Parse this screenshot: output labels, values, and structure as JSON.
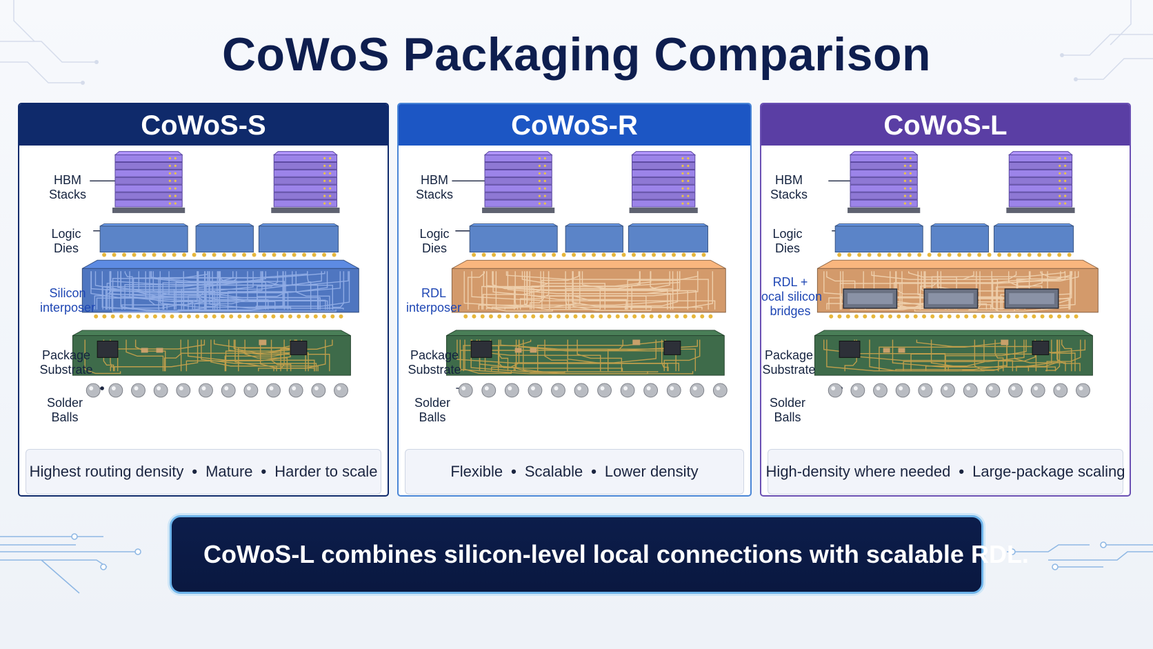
{
  "title": "CoWoS Packaging Comparison",
  "panels": [
    {
      "name": "CoWoS-S",
      "header_color": "#0f2a6b",
      "labels": {
        "hbm": [
          "HBM",
          "Stacks"
        ],
        "logic": [
          "Logic",
          "Dies"
        ],
        "interposer": [
          "Silicon",
          "interposer"
        ],
        "substrate": [
          "Package",
          "Substrate"
        ],
        "solder": [
          "Solder",
          "Balls"
        ]
      },
      "features": [
        "Highest routing density",
        "Mature",
        "Harder to scale"
      ]
    },
    {
      "name": "CoWoS-R",
      "header_color": "#1c56c4",
      "labels": {
        "hbm": [
          "HBM",
          "Stacks"
        ],
        "logic": [
          "Logic",
          "Dies"
        ],
        "interposer": [
          "RDL",
          "interposer"
        ],
        "substrate": [
          "Package",
          "Substrate"
        ],
        "solder": [
          "Solder",
          "Balls"
        ]
      },
      "features": [
        "Flexible",
        "Scalable",
        "Lower density"
      ]
    },
    {
      "name": "CoWoS-L",
      "header_color": "#5a3ea4",
      "labels": {
        "hbm": [
          "HBM",
          "Stacks"
        ],
        "logic": [
          "Logic",
          "Dies"
        ],
        "interposer": [
          "RDL +",
          "local silicon",
          "bridges"
        ],
        "substrate": [
          "Package",
          "Substrate"
        ],
        "solder": [
          "Solder",
          "Balls"
        ]
      },
      "features": [
        "High-density where needed",
        "Large-package scaling"
      ]
    }
  ],
  "banner": {
    "text": "CoWoS-L combines silicon-level local connections with scalable RDL.",
    "icon": "chip-icon"
  },
  "colors": {
    "hbm": "#8e78d4",
    "logic": "#5b84c8",
    "silicon": "#4f76c0",
    "rdl": "#d39a6b",
    "substrate": "#3e6b4a",
    "solder": "#b9bcc2",
    "title": "#0e1e4f"
  }
}
